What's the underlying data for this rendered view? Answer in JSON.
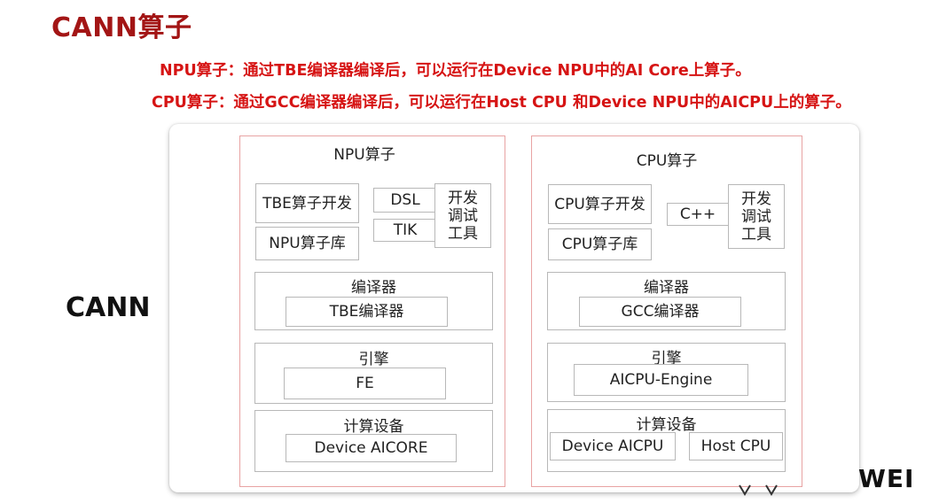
{
  "page": {
    "title": "CANN算子",
    "subtitles": [
      "NPU算子：通过TBE编译器编译后，可以运行在Device NPU中的AI Core上算子。",
      "CPU算子：通过GCC编译器编译后，可以运行在Host CPU 和Device NPU中的AICPU上的算子。"
    ],
    "side_label": "CANN",
    "brand_fragment": "WEI"
  },
  "npu": {
    "header": "NPU算子",
    "dev": "TBE算子开发",
    "lib": "NPU算子库",
    "dsl": "DSL",
    "tik": "TIK",
    "tool": "开发调试工具",
    "compiler_group": "编译器",
    "compiler": "TBE编译器",
    "engine_group": "引擎",
    "engine": "FE",
    "device_group": "计算设备",
    "device": "Device AICORE"
  },
  "cpu": {
    "header": "CPU算子",
    "dev": "CPU算子开发",
    "lib": "CPU算子库",
    "cpp": "C++",
    "tool": "开发调试工具",
    "compiler_group": "编译器",
    "compiler": "GCC编译器",
    "engine_group": "引擎",
    "engine": "AICPU-Engine",
    "device_group": "计算设备",
    "device1": "Device AICPU",
    "device2": "Host CPU"
  },
  "colors": {
    "title": "#a31515",
    "subtitle": "#d61414",
    "panel_border": "#e8a3a3",
    "box_border": "#b8b8b8"
  }
}
